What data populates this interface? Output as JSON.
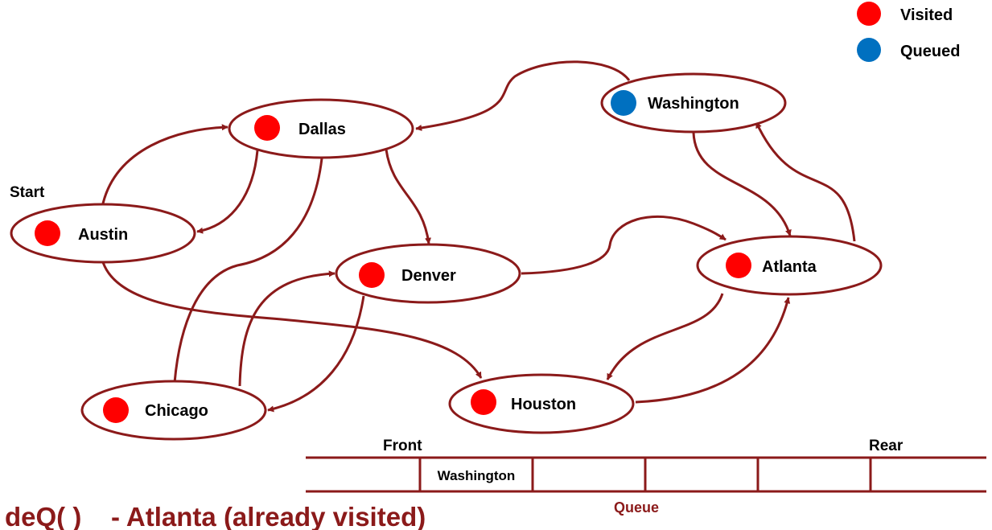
{
  "colors": {
    "edge": "#8b1a1a",
    "visited": "#ff0000",
    "queued": "#0070c0"
  },
  "legend": [
    {
      "label": "Visited",
      "state": "visited"
    },
    {
      "label": "Queued",
      "state": "queued"
    }
  ],
  "start_label": "Start",
  "nodes": [
    {
      "id": "austin",
      "label": "Austin",
      "state": "visited"
    },
    {
      "id": "dallas",
      "label": "Dallas",
      "state": "visited"
    },
    {
      "id": "washington",
      "label": "Washington",
      "state": "queued"
    },
    {
      "id": "denver",
      "label": "Denver",
      "state": "visited"
    },
    {
      "id": "atlanta",
      "label": "Atlanta",
      "state": "visited"
    },
    {
      "id": "chicago",
      "label": "Chicago",
      "state": "visited"
    },
    {
      "id": "houston",
      "label": "Houston",
      "state": "visited"
    }
  ],
  "edges": [
    {
      "from": "austin",
      "to": "dallas"
    },
    {
      "from": "dallas",
      "to": "austin"
    },
    {
      "from": "dallas",
      "to": "denver"
    },
    {
      "from": "dallas",
      "to": "chicago"
    },
    {
      "from": "austin",
      "to": "houston"
    },
    {
      "from": "washington",
      "to": "dallas"
    },
    {
      "from": "washington",
      "to": "atlanta"
    },
    {
      "from": "atlanta",
      "to": "washington"
    },
    {
      "from": "denver",
      "to": "atlanta"
    },
    {
      "from": "denver",
      "to": "chicago"
    },
    {
      "from": "chicago",
      "to": "denver"
    },
    {
      "from": "atlanta",
      "to": "houston"
    },
    {
      "from": "houston",
      "to": "atlanta"
    }
  ],
  "queue": {
    "front_label": "Front",
    "rear_label": "Rear",
    "caption": "Queue",
    "cells": [
      "Washington",
      "",
      "",
      "",
      ""
    ]
  },
  "status": "deQ( )    - Atlanta (already visited)"
}
